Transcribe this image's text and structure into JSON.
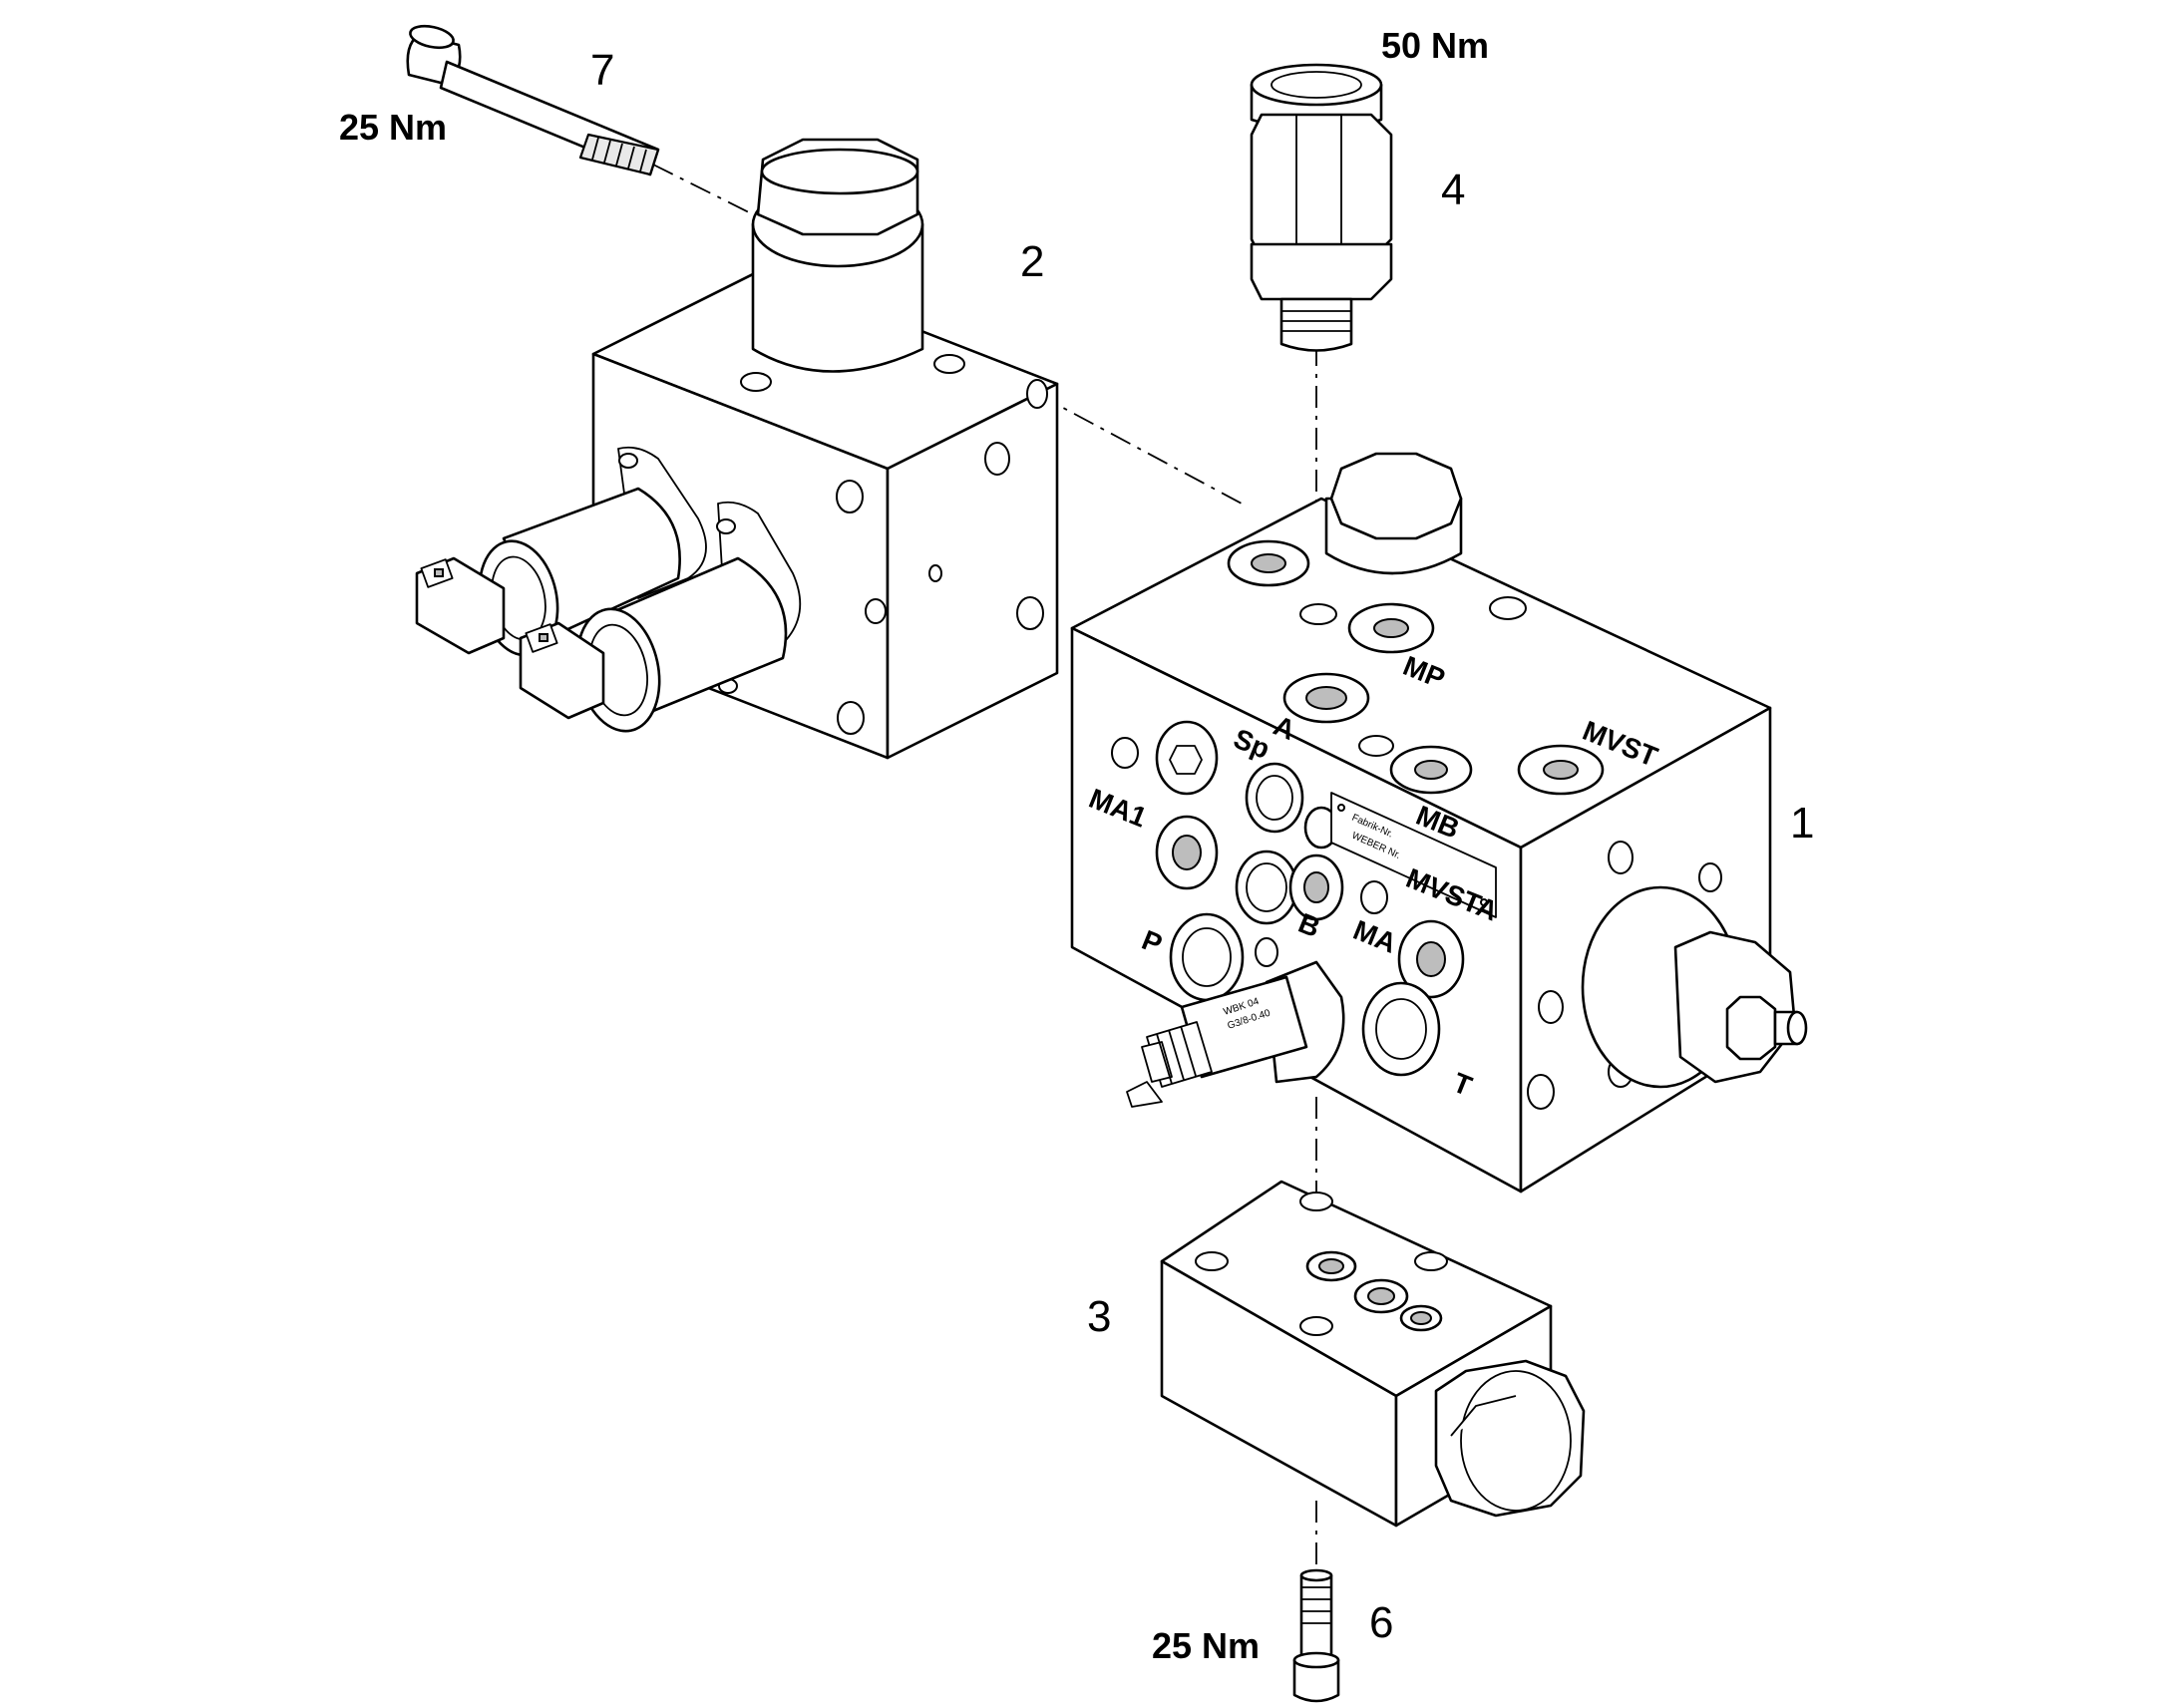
{
  "drawing": {
    "callouts": [
      "1",
      "2",
      "3",
      "4",
      "6",
      "7"
    ],
    "torques": {
      "part_4": "50 Nm",
      "part_6": "25 Nm",
      "part_7": "25 Nm"
    },
    "port_labels": [
      "MP",
      "MVST",
      "Sp",
      "A",
      "MA1",
      "MB",
      "MVSTA",
      "P",
      "B",
      "MA",
      "T"
    ],
    "nameplate_lines": [
      "Fabrik-Nr.",
      "WEBER Nr."
    ],
    "relief_valve_marking": [
      "WBK 04",
      "G3/8-0.40"
    ]
  }
}
